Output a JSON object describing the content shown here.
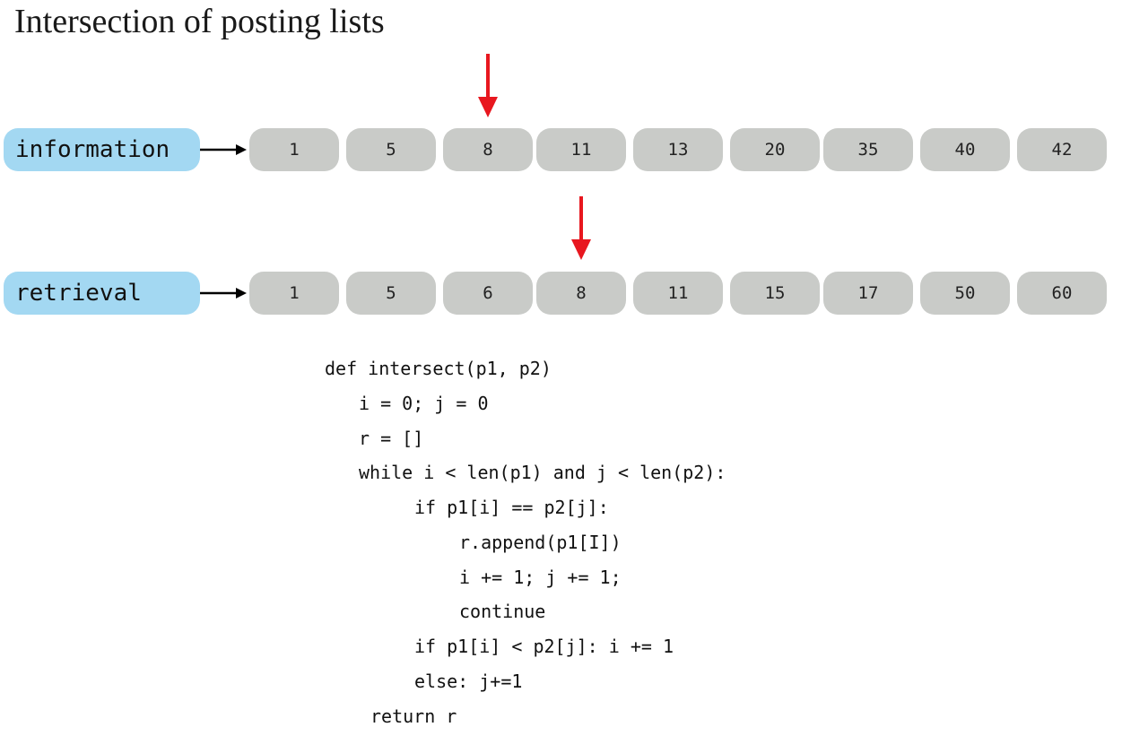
{
  "title": "Intersection of posting lists",
  "colors": {
    "term_bg": "#a3d8f2",
    "cell_bg": "#c9cbc8",
    "pointer": "#e8171f"
  },
  "lists": [
    {
      "term": "information",
      "postings": [
        "1",
        "5",
        "8",
        "11",
        "13",
        "20",
        "35",
        "40",
        "42"
      ],
      "pointer_index": 2
    },
    {
      "term": "retrieval",
      "postings": [
        "1",
        "5",
        "6",
        "8",
        "11",
        "15",
        "17",
        "50",
        "60"
      ],
      "pointer_index": 3
    }
  ],
  "code": [
    "def intersect(p1, p2)",
    "i = 0; j = 0",
    "r = []",
    "while i < len(p1) and j < len(p2):",
    "if p1[i] == p2[j]:",
    "r.append(p1[I])",
    "i += 1; j += 1;",
    "continue",
    "if p1[i] < p2[j]: i += 1",
    "else: j+=1",
    "return r"
  ]
}
